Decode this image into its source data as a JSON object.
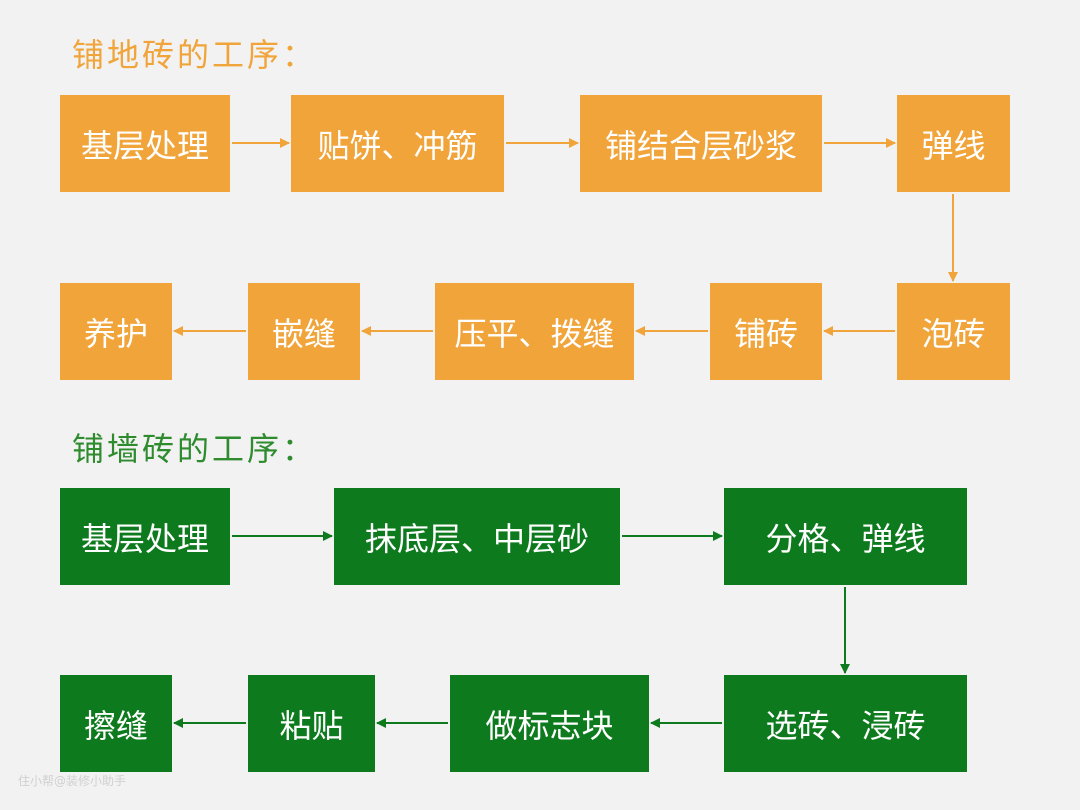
{
  "floor": {
    "title": "铺地砖的工序：",
    "color": "#f0a43a",
    "steps": [
      "基层处理",
      "贴饼、冲筋",
      "铺结合层砂浆",
      "弹线",
      "泡砖",
      "铺砖",
      "压平、拨缝",
      "嵌缝",
      "养护"
    ]
  },
  "wall": {
    "title": "铺墙砖的工序：",
    "color": "#0e7a1e",
    "steps": [
      "基层处理",
      "抹底层、中层砂",
      "分格、弹线",
      "选砖、浸砖",
      "做标志块",
      "粘贴",
      "擦缝"
    ]
  },
  "watermark": "住小帮@装修小助手"
}
